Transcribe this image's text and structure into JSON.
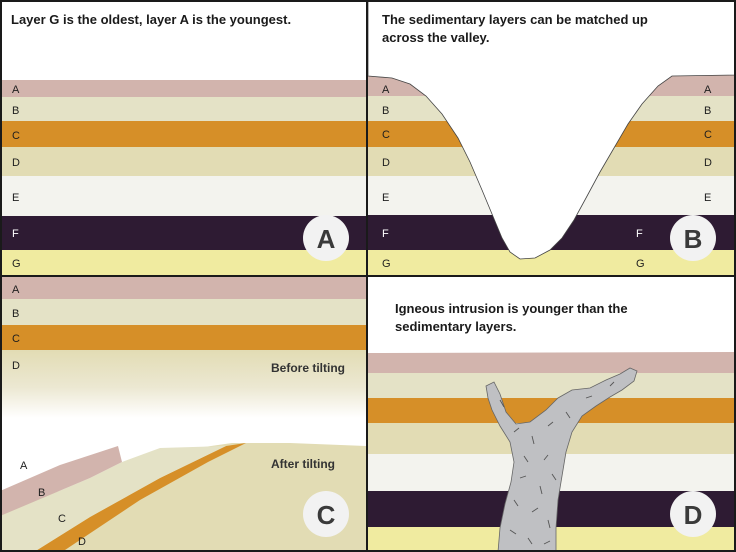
{
  "colors": {
    "A": "#d2b4ad",
    "B": "#e4e2c6",
    "C": "#d68f28",
    "D": "#e2dcb4",
    "E": "#f3f3ee",
    "F": "#2e1b33",
    "G": "#f0eba0",
    "intrusion": "#bfc0c3",
    "frame": "#1a1a1a",
    "badge_bg": "#f2f2f2"
  },
  "panels": {
    "a": {
      "caption": "Layer G is the oldest, layer A is the youngest.",
      "badge": "A",
      "letters": [
        "A",
        "B",
        "C",
        "D",
        "E",
        "F",
        "G"
      ]
    },
    "b": {
      "caption_line1": "The sedimentary layers can be matched up",
      "caption_line2": "across the valley.",
      "badge": "B",
      "left_letters": [
        "A",
        "B",
        "C",
        "D",
        "E",
        "F",
        "G"
      ],
      "right_letters": [
        "A",
        "B",
        "C",
        "D",
        "E",
        "F",
        "G"
      ]
    },
    "c": {
      "badge": "C",
      "top_letters": [
        "A",
        "B",
        "C",
        "D"
      ],
      "before_label": "Before tilting",
      "after_label": "After tilting",
      "tilted_letters": [
        "A",
        "B",
        "C",
        "D"
      ]
    },
    "d": {
      "caption_line1": "Igneous intrusion is younger than the",
      "caption_line2": "sedimentary layers.",
      "badge": "D"
    }
  }
}
